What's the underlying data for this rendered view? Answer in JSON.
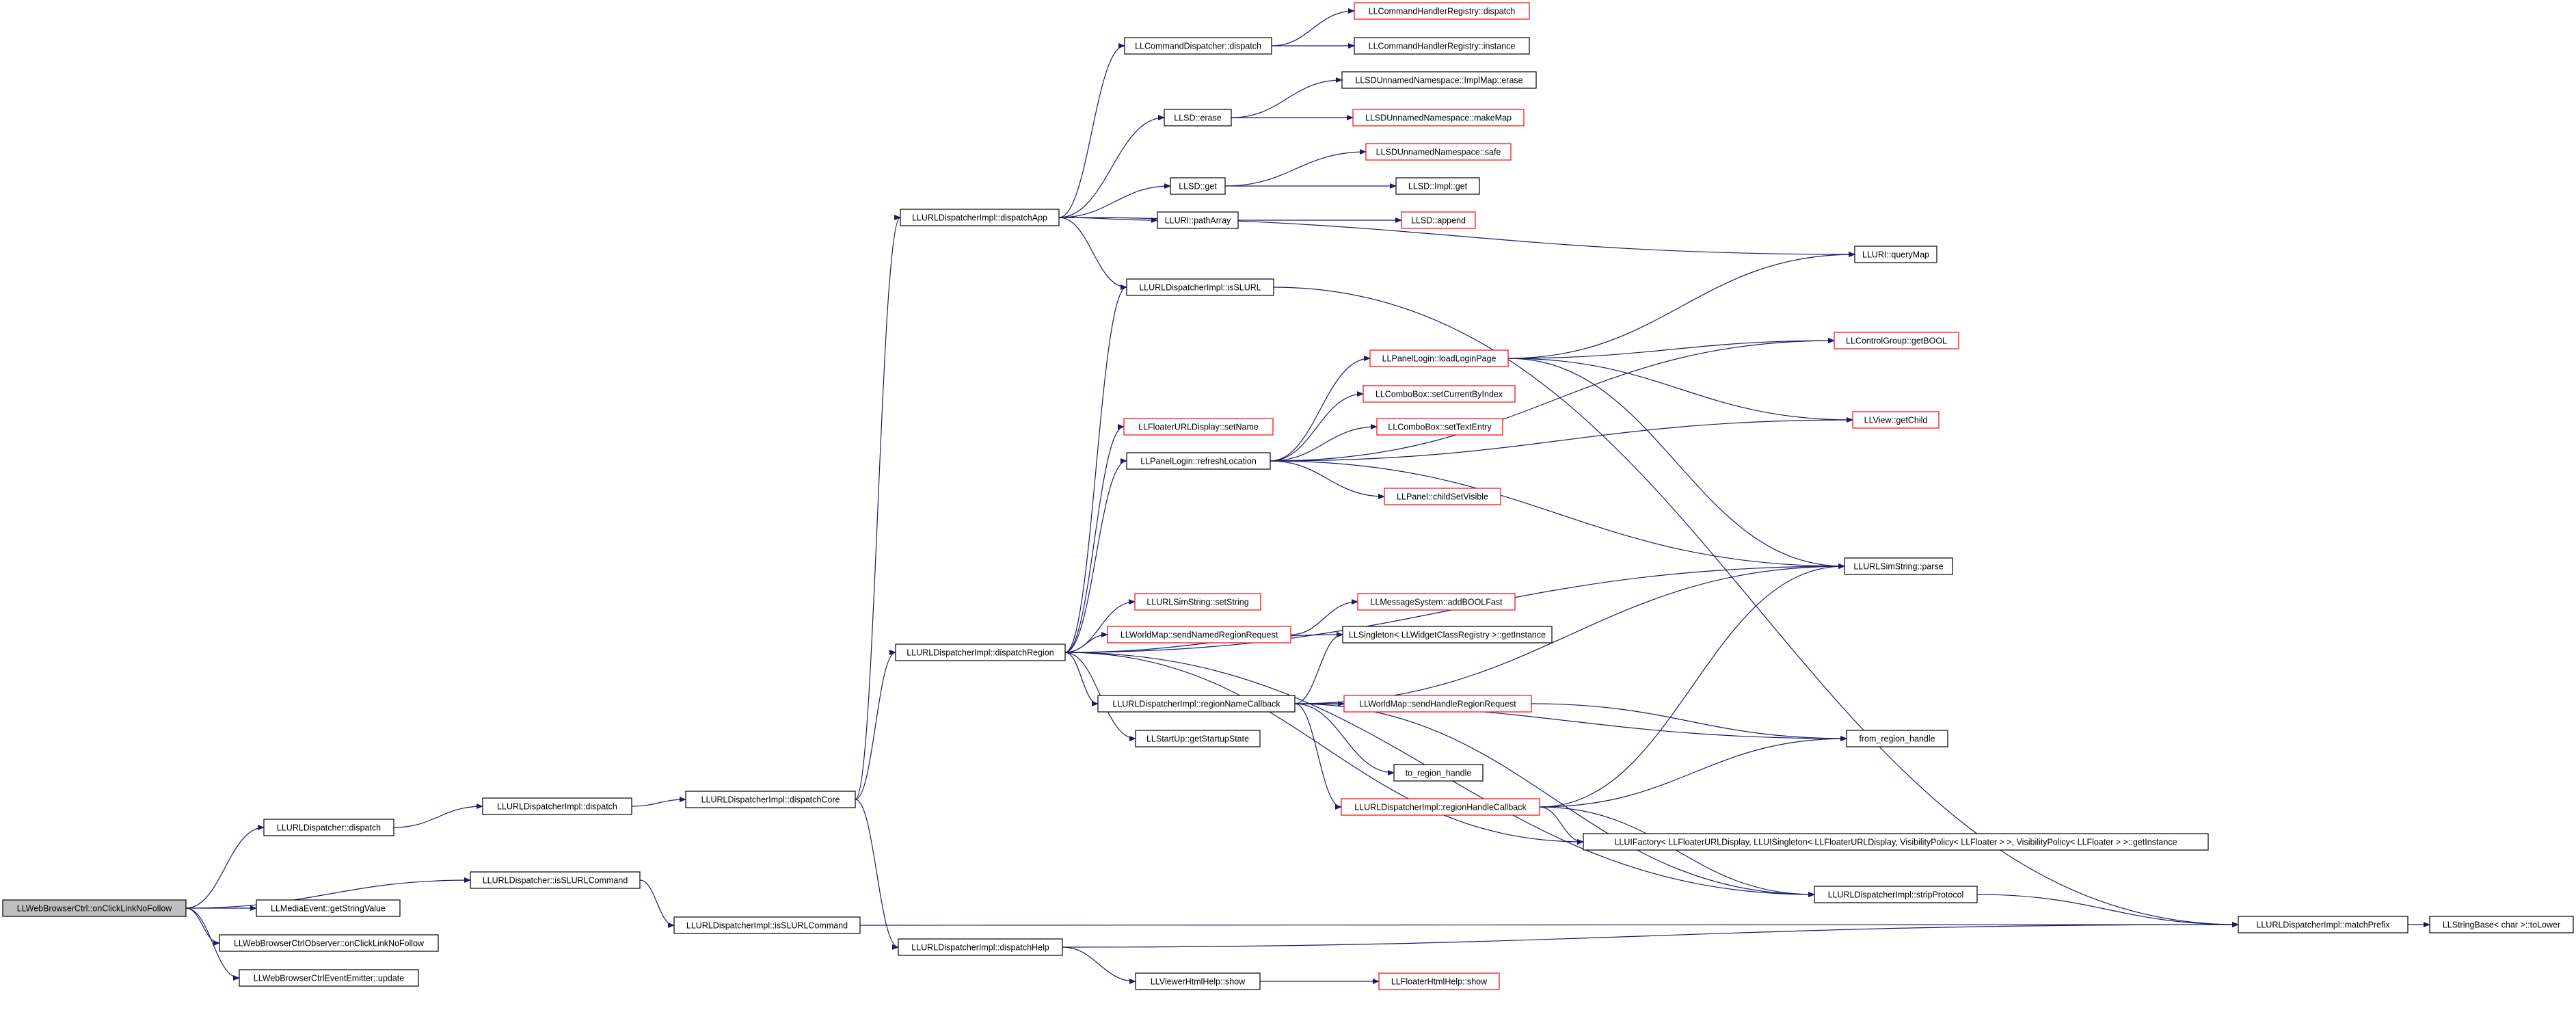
{
  "colors": {
    "edge": "#191970",
    "box_normal": "#000000",
    "box_truncated": "#ff0000",
    "root_fill": "#bfbfbf",
    "background": "#ffffff"
  },
  "nodes": [
    {
      "id": "root",
      "label": "LLWebBrowserCtrl::onClickLinkNoFollow",
      "style": "root"
    },
    {
      "id": "urldispatcher_dispatch",
      "label": "LLURLDispatcher::dispatch",
      "style": "normal"
    },
    {
      "id": "urldispatcher_isslurlcommand",
      "label": "LLURLDispatcher::isSLURLCommand",
      "style": "normal"
    },
    {
      "id": "mediaevent_getstringvalue",
      "label": "LLMediaEvent::getStringValue",
      "style": "normal"
    },
    {
      "id": "observer_onclicklinknofollow",
      "label": "LLWebBrowserCtrlObserver::onClickLinkNoFollow",
      "style": "normal"
    },
    {
      "id": "eventemitter_update",
      "label": "LLWebBrowserCtrlEventEmitter::update",
      "style": "normal"
    },
    {
      "id": "impl_dispatch",
      "label": "LLURLDispatcherImpl::dispatch",
      "style": "normal"
    },
    {
      "id": "impl_dispatchcore",
      "label": "LLURLDispatcherImpl::dispatchCore",
      "style": "normal"
    },
    {
      "id": "impl_isslurlcommand",
      "label": "LLURLDispatcherImpl::isSLURLCommand",
      "style": "normal"
    },
    {
      "id": "impl_dispatchapp",
      "label": "LLURLDispatcherImpl::dispatchApp",
      "style": "normal"
    },
    {
      "id": "impl_dispatchregion",
      "label": "LLURLDispatcherImpl::dispatchRegion",
      "style": "normal"
    },
    {
      "id": "impl_dispatchhelp",
      "label": "LLURLDispatcherImpl::dispatchHelp",
      "style": "normal"
    },
    {
      "id": "cmddispatcher_dispatch",
      "label": "LLCommandDispatcher::dispatch",
      "style": "normal"
    },
    {
      "id": "llsd_erase",
      "label": "LLSD::erase",
      "style": "normal"
    },
    {
      "id": "llsd_get",
      "label": "LLSD::get",
      "style": "normal"
    },
    {
      "id": "lluri_patharray",
      "label": "LLURI::pathArray",
      "style": "normal"
    },
    {
      "id": "impl_isslurl",
      "label": "LLURLDispatcherImpl::isSLURL",
      "style": "normal"
    },
    {
      "id": "cmdregistry_dispatch",
      "label": "LLCommandHandlerRegistry::dispatch",
      "style": "truncated"
    },
    {
      "id": "cmdregistry_instance",
      "label": "LLCommandHandlerRegistry::instance",
      "style": "normal"
    },
    {
      "id": "impmap_erase",
      "label": "LLSDUnnamedNamespace::ImplMap::erase",
      "style": "normal"
    },
    {
      "id": "makemap",
      "label": "LLSDUnnamedNamespace::makeMap",
      "style": "truncated"
    },
    {
      "id": "safe",
      "label": "LLSDUnnamedNamespace::safe",
      "style": "truncated"
    },
    {
      "id": "llsd_impl_get",
      "label": "LLSD::Impl::get",
      "style": "normal"
    },
    {
      "id": "llsd_append",
      "label": "LLSD::append",
      "style": "truncated"
    },
    {
      "id": "lluri_querymap",
      "label": "LLURI::queryMap",
      "style": "normal"
    },
    {
      "id": "floaterurldisplay_setname",
      "label": "LLFloaterURLDisplay::setName",
      "style": "truncated"
    },
    {
      "id": "panellogin_refreshlocation",
      "label": "LLPanelLogin::refreshLocation",
      "style": "normal"
    },
    {
      "id": "panellogin_loadloginpage",
      "label": "LLPanelLogin::loadLoginPage",
      "style": "truncated"
    },
    {
      "id": "combobox_setcurrentbyindex",
      "label": "LLComboBox::setCurrentByIndex",
      "style": "truncated"
    },
    {
      "id": "combobox_settextentry",
      "label": "LLComboBox::setTextEntry",
      "style": "truncated"
    },
    {
      "id": "panel_childsetvisible",
      "label": "LLPanel::childSetVisible",
      "style": "truncated"
    },
    {
      "id": "controlgroup_getbool",
      "label": "LLControlGroup::getBOOL",
      "style": "truncated"
    },
    {
      "id": "view_getchild",
      "label": "LLView::getChild",
      "style": "truncated"
    },
    {
      "id": "urlsimstring_parse",
      "label": "LLURLSimString::parse",
      "style": "normal"
    },
    {
      "id": "urlsimstring_setstring",
      "label": "LLURLSimString::setString",
      "style": "truncated"
    },
    {
      "id": "worldmap_sendnamedregionrequest",
      "label": "LLWorldMap::sendNamedRegionRequest",
      "style": "truncated"
    },
    {
      "id": "messagesystem_addboolfast",
      "label": "LLMessageSystem::addBOOLFast",
      "style": "truncated"
    },
    {
      "id": "singleton_getinstance",
      "label": "LLSingleton< LLWidgetClassRegistry >::getInstance",
      "style": "normal"
    },
    {
      "id": "impl_regionnamecallback",
      "label": "LLURLDispatcherImpl::regionNameCallback",
      "style": "normal"
    },
    {
      "id": "startup_getstartupstate",
      "label": "LLStartUp::getStartupState",
      "style": "normal"
    },
    {
      "id": "worldmap_sendhandleregionrequest",
      "label": "LLWorldMap::sendHandleRegionRequest",
      "style": "truncated"
    },
    {
      "id": "to_region_handle",
      "label": "to_region_handle",
      "style": "normal"
    },
    {
      "id": "from_region_handle",
      "label": "from_region_handle",
      "style": "normal"
    },
    {
      "id": "impl_regionhandlecallback",
      "label": "LLURLDispatcherImpl::regionHandleCallback",
      "style": "truncated"
    },
    {
      "id": "uifactory_getinstance",
      "label": "LLUIFactory< LLFloaterURLDisplay, LLUISingleton< LLFloaterURLDisplay, VisibilityPolicy< LLFloater > >, VisibilityPolicy< LLFloater > >::getInstance",
      "style": "normal"
    },
    {
      "id": "impl_stripprotocol",
      "label": "LLURLDispatcherImpl::stripProtocol",
      "style": "normal"
    },
    {
      "id": "impl_matchprefix",
      "label": "LLURLDispatcherImpl::matchPrefix",
      "style": "normal"
    },
    {
      "id": "stringbase_tolower",
      "label": "LLStringBase< char >::toLower",
      "style": "normal"
    },
    {
      "id": "viewerhtmlhelp_show",
      "label": "LLViewerHtmlHelp::show",
      "style": "normal"
    },
    {
      "id": "floaterhtmlhelp_show",
      "label": "LLFloaterHtmlHelp::show",
      "style": "truncated"
    }
  ],
  "edges": [
    [
      "root",
      "urldispatcher_dispatch"
    ],
    [
      "root",
      "urldispatcher_isslurlcommand"
    ],
    [
      "root",
      "mediaevent_getstringvalue"
    ],
    [
      "root",
      "observer_onclicklinknofollow"
    ],
    [
      "root",
      "eventemitter_update"
    ],
    [
      "urldispatcher_dispatch",
      "impl_dispatch"
    ],
    [
      "urldispatcher_isslurlcommand",
      "impl_isslurlcommand"
    ],
    [
      "impl_dispatch",
      "impl_dispatchcore"
    ],
    [
      "impl_dispatchcore",
      "impl_dispatchapp"
    ],
    [
      "impl_dispatchcore",
      "impl_dispatchregion"
    ],
    [
      "impl_dispatchcore",
      "impl_dispatchhelp"
    ],
    [
      "impl_isslurlcommand",
      "impl_matchprefix"
    ],
    [
      "impl_dispatchapp",
      "cmddispatcher_dispatch"
    ],
    [
      "impl_dispatchapp",
      "llsd_erase"
    ],
    [
      "impl_dispatchapp",
      "llsd_get"
    ],
    [
      "impl_dispatchapp",
      "lluri_patharray"
    ],
    [
      "impl_dispatchapp",
      "lluri_querymap"
    ],
    [
      "impl_dispatchapp",
      "impl_isslurl"
    ],
    [
      "cmddispatcher_dispatch",
      "cmdregistry_dispatch"
    ],
    [
      "cmddispatcher_dispatch",
      "cmdregistry_instance"
    ],
    [
      "llsd_erase",
      "impmap_erase"
    ],
    [
      "llsd_erase",
      "makemap"
    ],
    [
      "llsd_get",
      "safe"
    ],
    [
      "llsd_get",
      "llsd_impl_get"
    ],
    [
      "lluri_patharray",
      "llsd_append"
    ],
    [
      "impl_isslurl",
      "impl_matchprefix"
    ],
    [
      "impl_dispatchregion",
      "impl_isslurl"
    ],
    [
      "impl_dispatchregion",
      "floaterurldisplay_setname"
    ],
    [
      "impl_dispatchregion",
      "panellogin_refreshlocation"
    ],
    [
      "impl_dispatchregion",
      "urlsimstring_parse"
    ],
    [
      "impl_dispatchregion",
      "urlsimstring_setstring"
    ],
    [
      "impl_dispatchregion",
      "worldmap_sendnamedregionrequest"
    ],
    [
      "impl_dispatchregion",
      "singleton_getinstance"
    ],
    [
      "impl_dispatchregion",
      "impl_regionnamecallback"
    ],
    [
      "impl_dispatchregion",
      "startup_getstartupstate"
    ],
    [
      "impl_dispatchregion",
      "uifactory_getinstance"
    ],
    [
      "impl_dispatchregion",
      "impl_stripprotocol"
    ],
    [
      "panellogin_refreshlocation",
      "controlgroup_getbool"
    ],
    [
      "panellogin_refreshlocation",
      "panellogin_loadloginpage"
    ],
    [
      "panellogin_refreshlocation",
      "combobox_setcurrentbyindex"
    ],
    [
      "panellogin_refreshlocation",
      "combobox_settextentry"
    ],
    [
      "panellogin_refreshlocation",
      "panel_childsetvisible"
    ],
    [
      "panellogin_refreshlocation",
      "view_getchild"
    ],
    [
      "panellogin_refreshlocation",
      "urlsimstring_parse"
    ],
    [
      "panellogin_loadloginpage",
      "lluri_querymap"
    ],
    [
      "panellogin_loadloginpage",
      "controlgroup_getbool"
    ],
    [
      "panellogin_loadloginpage",
      "view_getchild"
    ],
    [
      "panellogin_loadloginpage",
      "urlsimstring_parse"
    ],
    [
      "worldmap_sendnamedregionrequest",
      "messagesystem_addboolfast"
    ],
    [
      "impl_regionnamecallback",
      "singleton_getinstance"
    ],
    [
      "impl_regionnamecallback",
      "urlsimstring_parse"
    ],
    [
      "impl_regionnamecallback",
      "worldmap_sendhandleregionrequest"
    ],
    [
      "impl_regionnamecallback",
      "from_region_handle"
    ],
    [
      "impl_regionnamecallback",
      "to_region_handle"
    ],
    [
      "impl_regionnamecallback",
      "impl_regionhandlecallback"
    ],
    [
      "impl_regionnamecallback",
      "impl_stripprotocol"
    ],
    [
      "worldmap_sendhandleregionrequest",
      "from_region_handle"
    ],
    [
      "impl_regionhandlecallback",
      "urlsimstring_parse"
    ],
    [
      "impl_regionhandlecallback",
      "from_region_handle"
    ],
    [
      "impl_regionhandlecallback",
      "uifactory_getinstance"
    ],
    [
      "impl_regionhandlecallback",
      "impl_stripprotocol"
    ],
    [
      "impl_stripprotocol",
      "impl_matchprefix"
    ],
    [
      "impl_matchprefix",
      "stringbase_tolower"
    ],
    [
      "impl_dispatchhelp",
      "impl_matchprefix"
    ],
    [
      "impl_dispatchhelp",
      "viewerhtmlhelp_show"
    ],
    [
      "viewerhtmlhelp_show",
      "floaterhtmlhelp_show"
    ]
  ]
}
